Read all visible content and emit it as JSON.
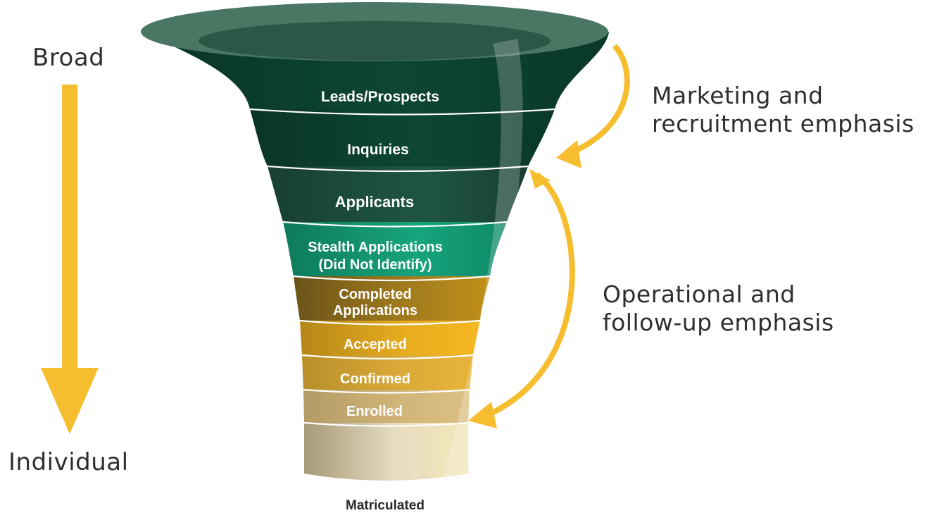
{
  "left_scale": {
    "top_label": "Broad",
    "bottom_label": "Individual",
    "arrow_icon": "down-arrow-icon"
  },
  "right_annotations": {
    "marketing": {
      "line1": "Marketing and",
      "line2": "recruitment emphasis"
    },
    "operational": {
      "line1": "Operational and",
      "line2": "follow-up emphasis"
    }
  },
  "funnel": {
    "stages": [
      {
        "line1": "Leads/Prospects",
        "line2": ""
      },
      {
        "line1": "Inquiries",
        "line2": ""
      },
      {
        "line1": "Applicants",
        "line2": ""
      },
      {
        "line1": "Stealth Applications",
        "line2": "(Did Not Identify)"
      },
      {
        "line1": "Completed",
        "line2": "Applications"
      },
      {
        "line1": "Accepted",
        "line2": ""
      },
      {
        "line1": "Confirmed",
        "line2": ""
      },
      {
        "line1": "Enrolled",
        "line2": ""
      }
    ],
    "final_stage": "Matriculated"
  },
  "colors": {
    "arrow": "#f6be2e",
    "dark_green": "#0f4a36",
    "teal": "#15a07a",
    "gold": "#c8961b",
    "tan": "#c9ae74",
    "text_dark": "#2f2f2f"
  }
}
